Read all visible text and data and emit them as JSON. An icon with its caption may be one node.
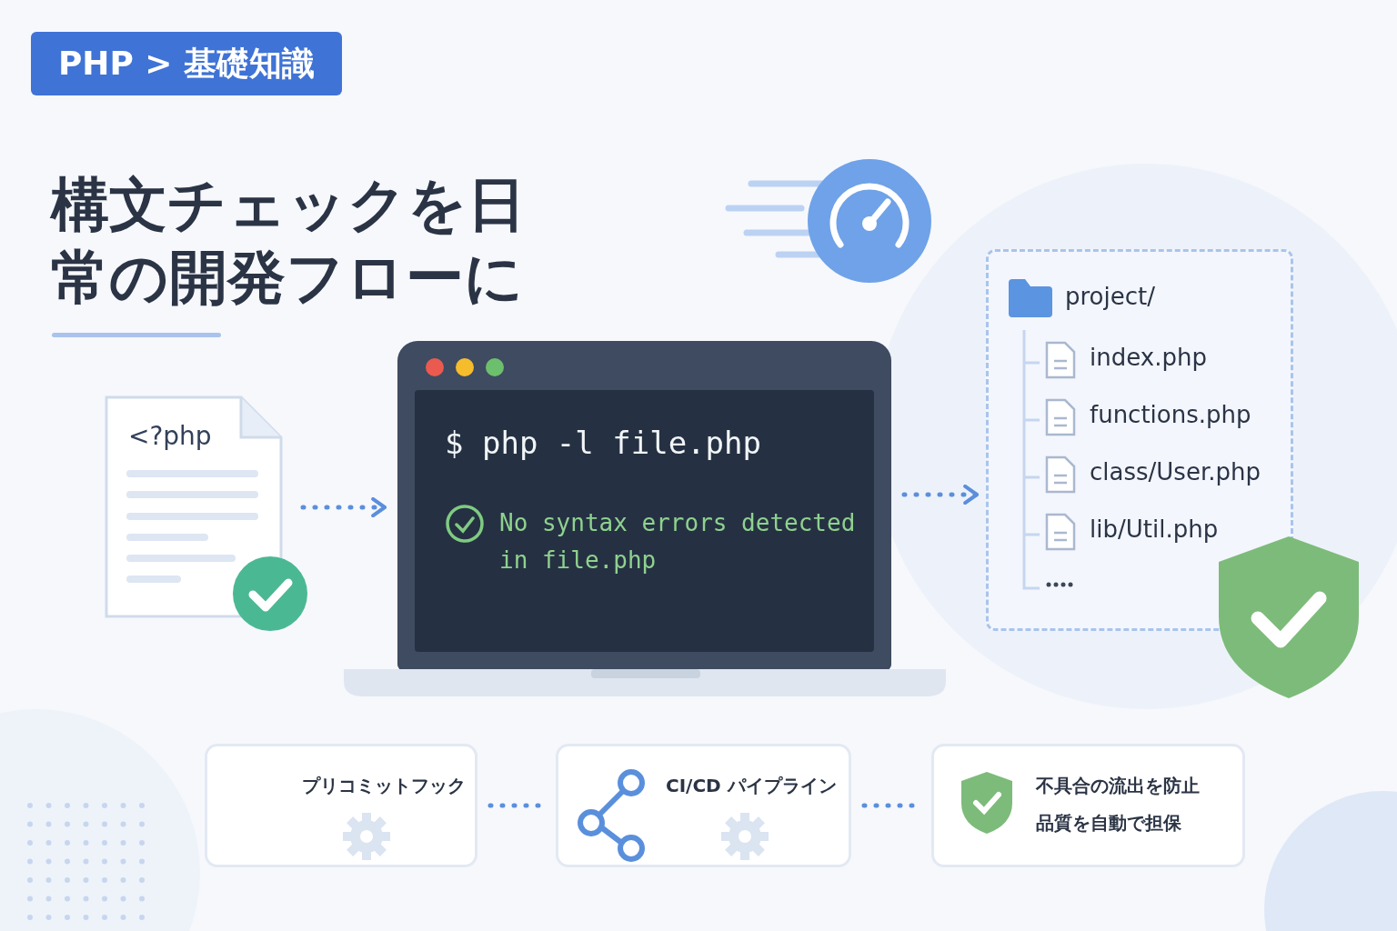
{
  "diagram": {
    "title": "構文チェックを日常の開発フローに",
    "nodes": [
      {
        "text": [
          "PHP > 基礎知識"
        ]
      },
      {
        "text": [
          "<?php"
        ]
      },
      {
        "text": [
          "$ php -l file.php",
          "No syntax errors detected in file.php"
        ]
      },
      {
        "text": [
          "project/",
          "index.php",
          "functions.php",
          "class/User.php",
          "lib/Util.php"
        ]
      },
      {
        "text": [
          "プリコミットフック"
        ]
      },
      {
        "text": [
          "CI/CD パイプライン"
        ]
      },
      {
        "text": [
          "不具合の流出を防止",
          "品質を自動で担保"
        ]
      }
    ],
    "edges": [
      {
        "from": 1,
        "to": 2,
        "arrow": "to",
        "style": "dashed"
      },
      {
        "from": 2,
        "to": 3,
        "arrow": "to",
        "style": "dashed"
      },
      {
        "from": 4,
        "to": 5,
        "arrow": "none",
        "style": "dashed"
      },
      {
        "from": 5,
        "to": 6,
        "arrow": "none",
        "style": "dashed"
      }
    ]
  }
}
